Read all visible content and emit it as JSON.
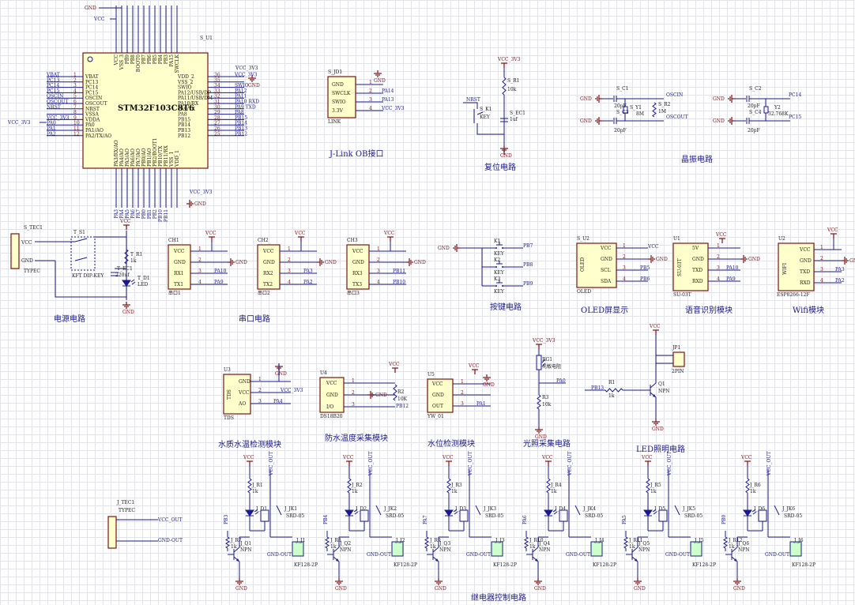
{
  "mcu": {
    "ref": "S_U1",
    "part": "STM32F103C8T6",
    "left_pins": [
      {
        "n": "1",
        "name": "VBAT",
        "net": "VBAT"
      },
      {
        "n": "2",
        "name": "PC13",
        "net": "PC13"
      },
      {
        "n": "3",
        "name": "PC14",
        "net": "PC14"
      },
      {
        "n": "4",
        "name": "PC15",
        "net": "PC15"
      },
      {
        "n": "5",
        "name": "OSCIN",
        "net": "OSCIN"
      },
      {
        "n": "6",
        "name": "OSCOUT",
        "net": "OSCOUT"
      },
      {
        "n": "7",
        "name": "NRST",
        "net": "NRST"
      },
      {
        "n": "8",
        "name": "VSSA",
        "net": ""
      },
      {
        "n": "9",
        "name": "VDDA",
        "net": "VCC_3V3"
      },
      {
        "n": "10",
        "name": "PA0",
        "net": "PA0"
      },
      {
        "n": "11",
        "name": "PA1/AO",
        "net": "PA1"
      },
      {
        "n": "12",
        "name": "PA2/TX/AO",
        "net": "PA2"
      }
    ],
    "right_pins": [
      {
        "n": "36",
        "name": "VDD_2",
        "net": "VCC_3V3"
      },
      {
        "n": "35",
        "name": "VSS_2",
        "net": ""
      },
      {
        "n": "34",
        "name": "SWIO",
        "net": "SWIO"
      },
      {
        "n": "33",
        "name": "PA12/USB/DP",
        "net": "PA12"
      },
      {
        "n": "32",
        "name": "PA11/USB/DM",
        "net": "PA11"
      },
      {
        "n": "31",
        "name": "PA10/RX",
        "net": "PA10 RXD"
      },
      {
        "n": "30",
        "name": "PA9/TX",
        "net": "PA9 TXD"
      },
      {
        "n": "29",
        "name": "PA8",
        "net": "PA8"
      },
      {
        "n": "28",
        "name": "PB15",
        "net": "PB15"
      },
      {
        "n": "27",
        "name": "PB14",
        "net": "PB14"
      },
      {
        "n": "26",
        "name": "PB13",
        "net": "PB13"
      },
      {
        "n": "25",
        "name": "PB12",
        "net": "PB12"
      }
    ],
    "top_pins": [
      "VCC",
      "VSS_3",
      "PB9",
      "PB8",
      "BOOT0",
      "PB7",
      "PB6",
      "PB5",
      "PB4",
      "PB3",
      "PA15",
      "SWCLK"
    ],
    "bottom_pins": [
      "PA3/RX/AO",
      "PA4/AO",
      "PA5/AO",
      "PA6/AO",
      "PA7/AO",
      "PB0/AO",
      "PB1/AO",
      "PB2/BOOT1",
      "PB10/TX",
      "PB11/RX",
      "VSS_1",
      "VDD_1"
    ],
    "bottom_nets": [
      "PA3",
      "PA4",
      "PA5",
      "PA6",
      "PA7",
      "PB0",
      "PB1",
      "PB2",
      "PB10",
      "PB11"
    ]
  },
  "nets": {
    "gnd": "GND",
    "vcc": "VCC",
    "vcc33": "VCC_3V3",
    "vcc_out": "VCC_OUT",
    "gnd_out": "GND-OUT"
  },
  "jlink": {
    "ref": "S_JD1",
    "pins": [
      "GND",
      "SWCLK",
      "SWIO",
      "3.3V"
    ],
    "nets": [
      "",
      "PA14",
      "PA13",
      "VCC_3V3"
    ],
    "name": "LINK",
    "title": "J-Link OB接口"
  },
  "reset": {
    "r_ref": "S_R1",
    "r_val": "10k",
    "k_ref": "S_K1",
    "k_val": "KEY",
    "c_ref": "S_EC1",
    "c_val": "1uf",
    "net": "NRST",
    "title": "复位电路"
  },
  "crystal": {
    "c1": "S_C1",
    "c3": "S_C3",
    "c2": "S_C2",
    "c4": "S_C4",
    "cval": "20pF",
    "y1": "S_Y1",
    "y1val": "8M",
    "r2": "S_R2",
    "r2val": "1M",
    "y2": "Y2",
    "y2val": "32.768K",
    "nets": [
      "OSCIN",
      "OSCOUT",
      "PC14",
      "PC15"
    ],
    "title": "晶振电路"
  },
  "power": {
    "tec": "S_TEC1",
    "tec_name": "TYPEC",
    "tec_pins": [
      "VCC",
      "GND"
    ],
    "sw": "T_S1",
    "sw_name": "KFT DIP-KEY",
    "c": "T_EC1",
    "c_val": "220uf",
    "r": "T_R1",
    "r_val": "1k",
    "d": "T_D1",
    "d_val": "LED",
    "title": "电源电路"
  },
  "uart": {
    "title": "串口电路",
    "pins": [
      "VCC",
      "GND",
      "RX1",
      "TX1"
    ],
    "items": [
      {
        "ref": "CH1",
        "name": "串口1",
        "rx": "RX1",
        "tx": "TX1",
        "nets": [
          "PA10",
          "PA9"
        ]
      },
      {
        "ref": "CH2",
        "name": "串口2",
        "rx": "RX2",
        "tx": "TX2",
        "nets": [
          "PA3",
          "PA2"
        ]
      },
      {
        "ref": "CH3",
        "name": "串口3",
        "rx": "RX3",
        "tx": "TX3",
        "nets": [
          "PB11",
          "PB10"
        ]
      }
    ]
  },
  "keys": {
    "title": "按键电路",
    "items": [
      {
        "ref": "K1",
        "val": "KEY",
        "net": "PB7"
      },
      {
        "ref": "K2",
        "val": "KEY",
        "net": "PB8"
      },
      {
        "ref": "K3",
        "val": "KEY",
        "net": "PB9"
      }
    ]
  },
  "oled": {
    "ref": "S_U2",
    "name": "OLED",
    "pins": [
      "VCC",
      "GND",
      "SCL",
      "SDA"
    ],
    "nets": [
      "VCC",
      "GND",
      "PB5",
      "PB6"
    ],
    "title": "OLED屏显示"
  },
  "voice": {
    "ref": "U1",
    "name": "SU-03T",
    "pins": [
      "5V",
      "GND",
      "TXD",
      "RXD"
    ],
    "nets": [
      "VCC",
      "GND",
      "PA10",
      "PA9"
    ],
    "title": "语音识别模块"
  },
  "wifi": {
    "ref": "U2",
    "name": "WIFI",
    "sub": "ESP8266-12F",
    "pins": [
      "VCC",
      "GND",
      "TXD",
      "RXD"
    ],
    "nets": [
      "VCC",
      "GND",
      "PA3",
      "PA2"
    ],
    "title": "Wifi模块"
  },
  "tds": {
    "ref": "U3",
    "name": "TDS",
    "pins": [
      "GND",
      "VCC",
      "AO"
    ],
    "nets": [
      "GND",
      "VCC_3V3",
      "PA4"
    ],
    "title": "水质水温检测模块"
  },
  "ds18": {
    "ref": "U4",
    "name": "DS18B20",
    "pins": [
      "VCC",
      "GND",
      "I/O"
    ],
    "r": "R2",
    "rval": "10K",
    "nets": [
      "VCC",
      "GND",
      "PB12"
    ],
    "title": "防水温度采集模块"
  },
  "water": {
    "ref": "U5",
    "name": "YW_01",
    "pins": [
      "VCC",
      "GND",
      "OUT"
    ],
    "nets": [
      "VCC",
      "GND",
      "PA1"
    ],
    "title": "水位检测模块"
  },
  "light": {
    "rg": "RG1",
    "rg_val": "光敏电阻",
    "r": "R3",
    "rval": "10k",
    "net": "PA0",
    "title": "光照采集电路"
  },
  "led": {
    "jp": "JP1",
    "jp_val": "2PIN",
    "r": "R1",
    "rval": "1k",
    "q": "Q1",
    "qval": "NPN",
    "net": "PB13",
    "title": "LED照明电路"
  },
  "jtec": {
    "ref": "J_TEC1",
    "name": "TYPEC",
    "nets": [
      "VCC_OUT",
      "GND-OUT"
    ]
  },
  "relays": {
    "title": "继电器控制电路",
    "items": [
      {
        "r": "J_R1",
        "d": "J_D1",
        "rb": "J_R7",
        "q": "J_Q1",
        "jk": "J_JK1",
        "j": "J_J1",
        "net": "PB3"
      },
      {
        "r": "J_R2",
        "d": "J_D2",
        "rb": "J_R8",
        "q": "J_Q2",
        "jk": "J_JK2",
        "j": "J_J2",
        "net": "PB4"
      },
      {
        "r": "J_R3",
        "d": "J_D3",
        "rb": "J_R9",
        "q": "J_Q3",
        "jk": "J_JK3",
        "j": "J_J3",
        "net": "PA7"
      },
      {
        "r": "J_R4",
        "d": "J_D4",
        "rb": "J_R10",
        "q": "J_Q4",
        "jk": "J_JK4",
        "j": "J_J4",
        "net": "PA6"
      },
      {
        "r": "J_R5",
        "d": "J_D5",
        "rb": "J_R11",
        "q": "J_Q5",
        "jk": "J_JK5",
        "j": "J_J5",
        "net": "PA5"
      },
      {
        "r": "J_R6",
        "d": "J_D6",
        "rb": "J_R12",
        "q": "J_Q6",
        "jk": "J_JK6",
        "j": "J_J6",
        "net": "PB0"
      }
    ],
    "rval": "1k",
    "dval": "LED",
    "qval": "NPN",
    "jkval": "SRD-05",
    "jval": "KF128-2P"
  }
}
